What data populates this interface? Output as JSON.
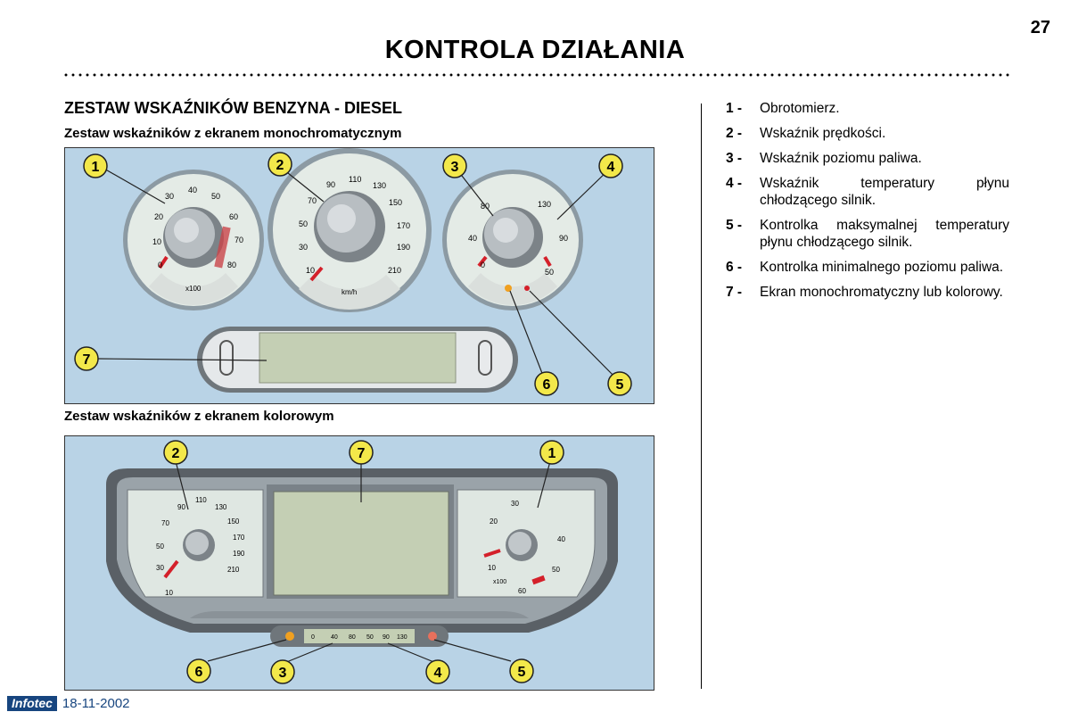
{
  "page": {
    "number": "27",
    "title": "KONTROLA DZIAŁANIA"
  },
  "section": {
    "title": "ZESTAW WSKAŹNIKÓW BENZYNA - DIESEL",
    "subtitle_mono": "Zestaw wskaźników z ekranem monochromatycznym",
    "subtitle_color": "Zestaw wskaźników z ekranem kolorowym"
  },
  "legend": [
    {
      "num": "1 -",
      "text": "Obrotomierz."
    },
    {
      "num": "2 -",
      "text": "Wskaźnik prędkości."
    },
    {
      "num": "3 -",
      "text": "Wskaźnik poziomu paliwa."
    },
    {
      "num": "4 -",
      "text": "Wskaźnik temperatury płynu chłodzącego silnik."
    },
    {
      "num": "5 -",
      "text": "Kontrolka maksymalnej temperatury płynu chłodzącego silnik."
    },
    {
      "num": "6 -",
      "text": "Kontrolka minimalnego poziomu paliwa."
    },
    {
      "num": "7 -",
      "text": "Ekran monochromatyczny lub kolorowy."
    }
  ],
  "figure_mono": {
    "callouts": [
      "1",
      "2",
      "3",
      "4",
      "5",
      "6",
      "7"
    ],
    "tacho_ticks": [
      "0",
      "10",
      "20",
      "30",
      "40",
      "50",
      "60",
      "70",
      "80"
    ],
    "tacho_unit": "x100",
    "speedo_ticks": [
      "10",
      "30",
      "50",
      "70",
      "90",
      "110",
      "130",
      "150",
      "170",
      "190",
      "210"
    ],
    "speedo_unit": "km/h",
    "fuel_ticks": [
      "0",
      "40",
      "80"
    ],
    "temp_ticks": [
      "130",
      "90",
      "50"
    ]
  },
  "figure_color": {
    "callouts": [
      "2",
      "7",
      "1",
      "6",
      "3",
      "4",
      "5"
    ],
    "speedo_ticks": [
      "10",
      "30",
      "50",
      "70",
      "90",
      "110",
      "130",
      "150",
      "170",
      "190",
      "210"
    ],
    "tacho_ticks": [
      "10",
      "20",
      "30",
      "40",
      "50",
      "60"
    ],
    "tacho_unit": "x100",
    "bar_ticks": [
      "0",
      "40",
      "80",
      "50",
      "90",
      "130"
    ]
  },
  "footer": {
    "brand": "Infotec",
    "date": "18-11-2002"
  },
  "colors": {
    "callout_fill": "#f3e84a",
    "background": "#b9d3e6",
    "needle": "#d4202a",
    "display": "#c4cfb4"
  }
}
